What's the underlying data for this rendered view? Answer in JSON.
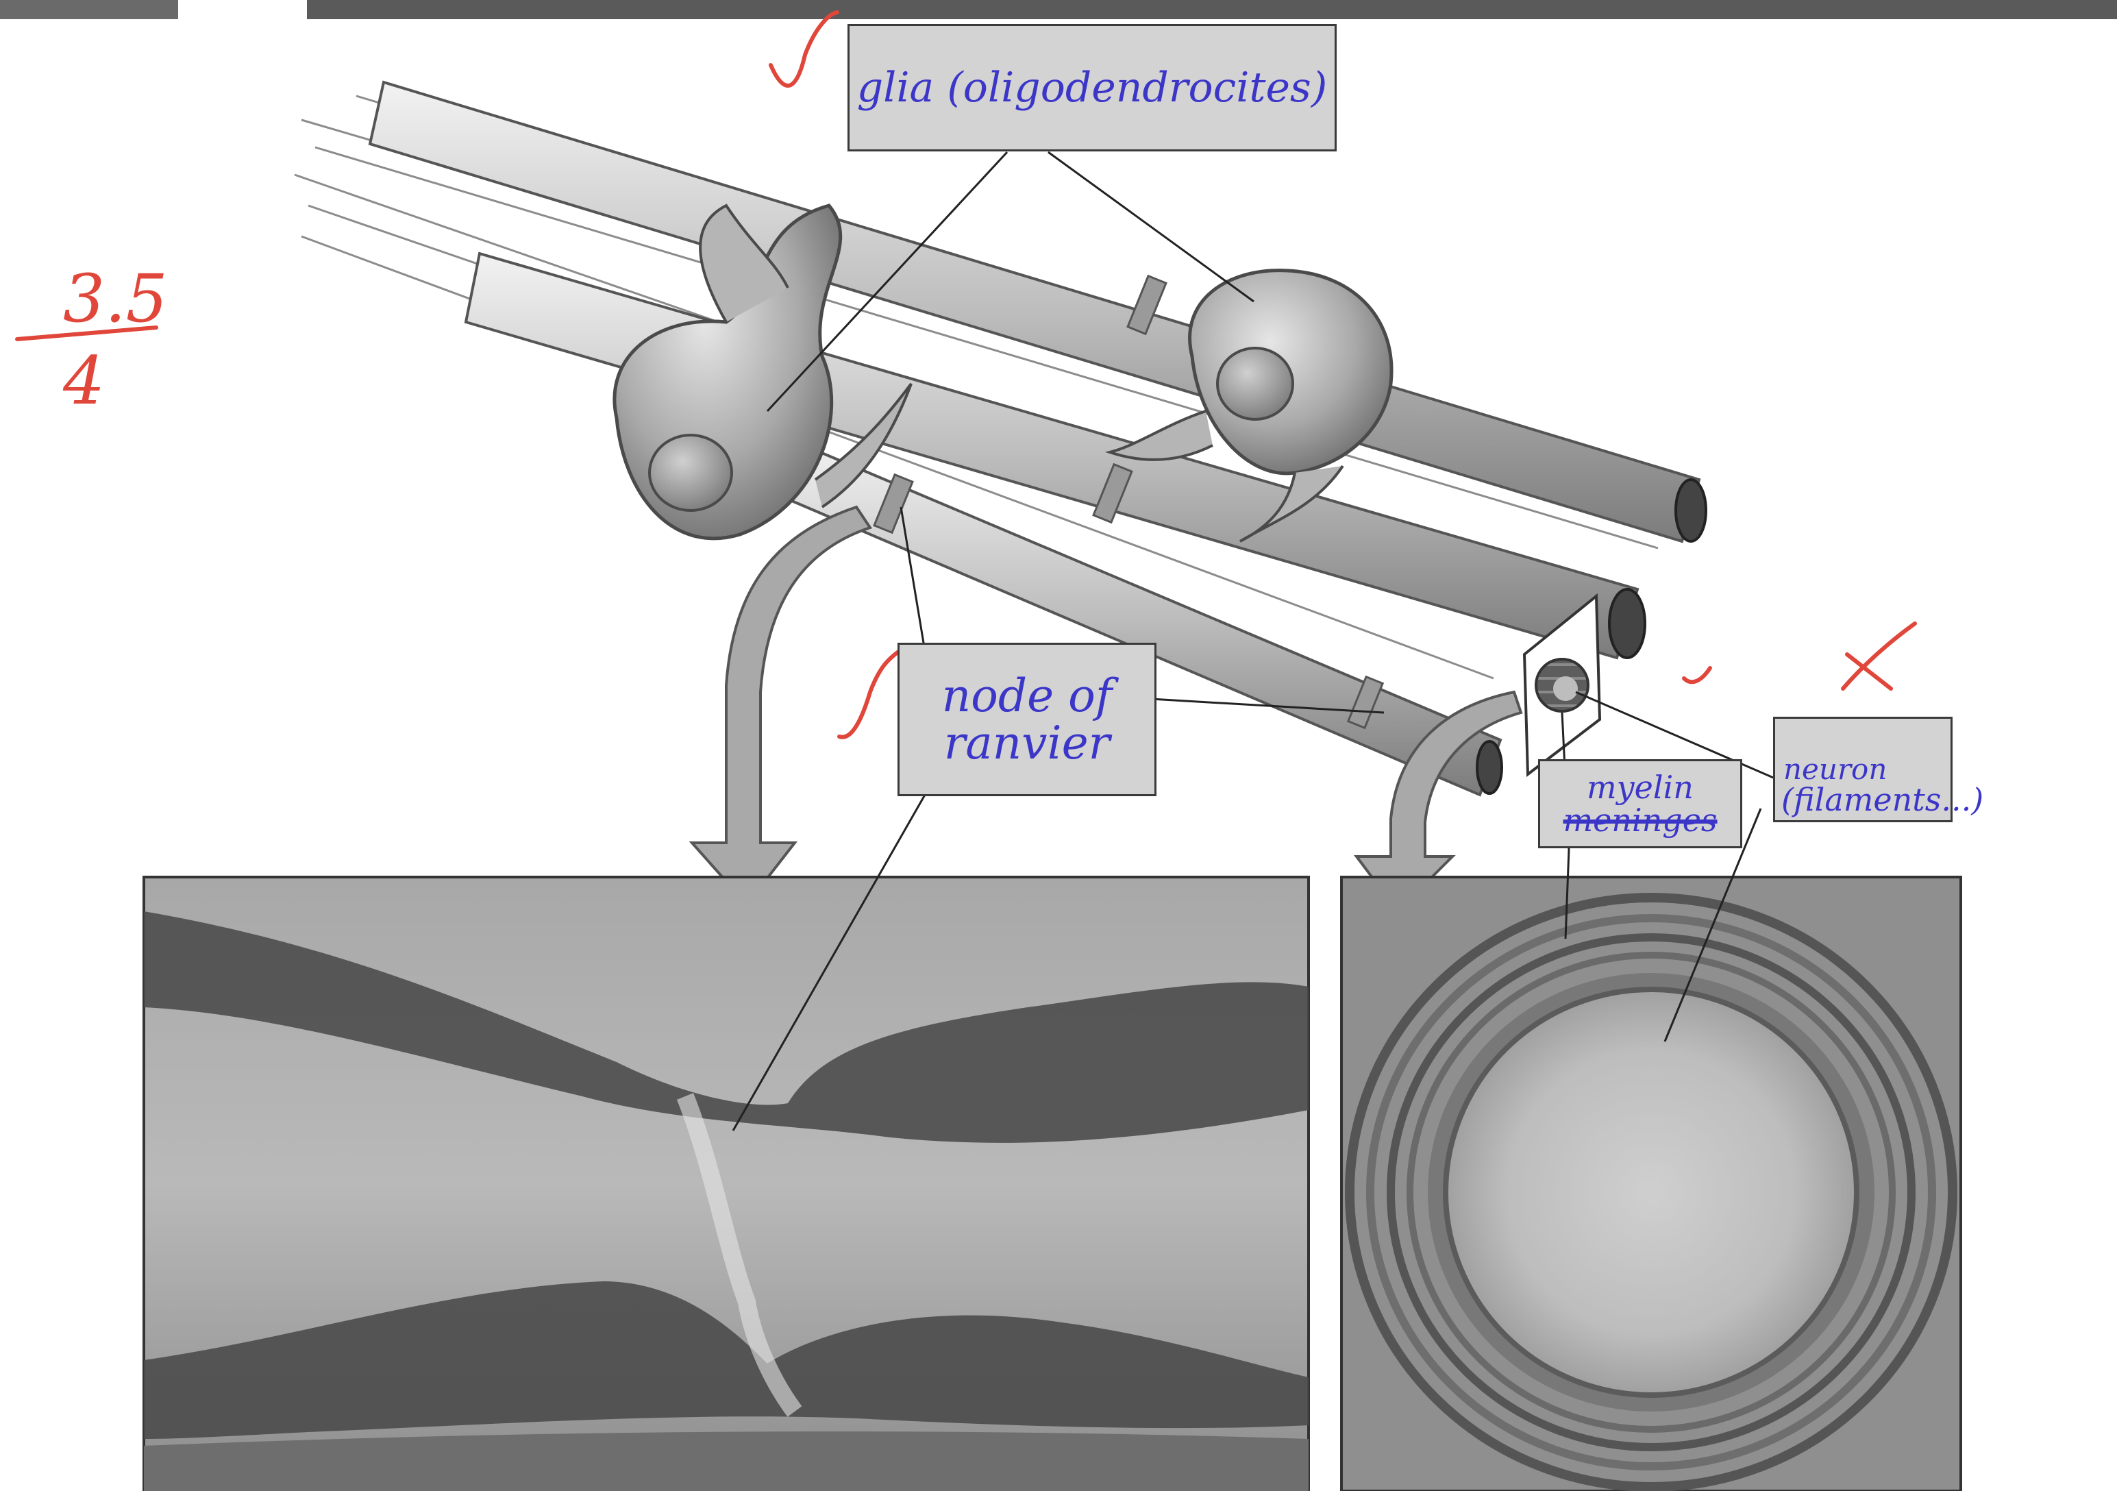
{
  "annotations": {
    "score_numerator": "3.5",
    "score_denominator": "4",
    "glia_label": "glia (oligodendrocites)",
    "node_label_line1": "node of",
    "node_label_line2": "ranvier",
    "myelin_label": "myelin",
    "myelin_struck": "meninges",
    "neuron_label_line1": "neuron",
    "neuron_label_line2": "(filaments...)"
  },
  "colors": {
    "ink_blue": "#3b36c8",
    "grade_red": "#e0463a",
    "label_fill": "#d3d3d3",
    "micrograph_gray": "#9a9a9a"
  },
  "marks": [
    "check",
    "check",
    "check",
    "cross"
  ]
}
